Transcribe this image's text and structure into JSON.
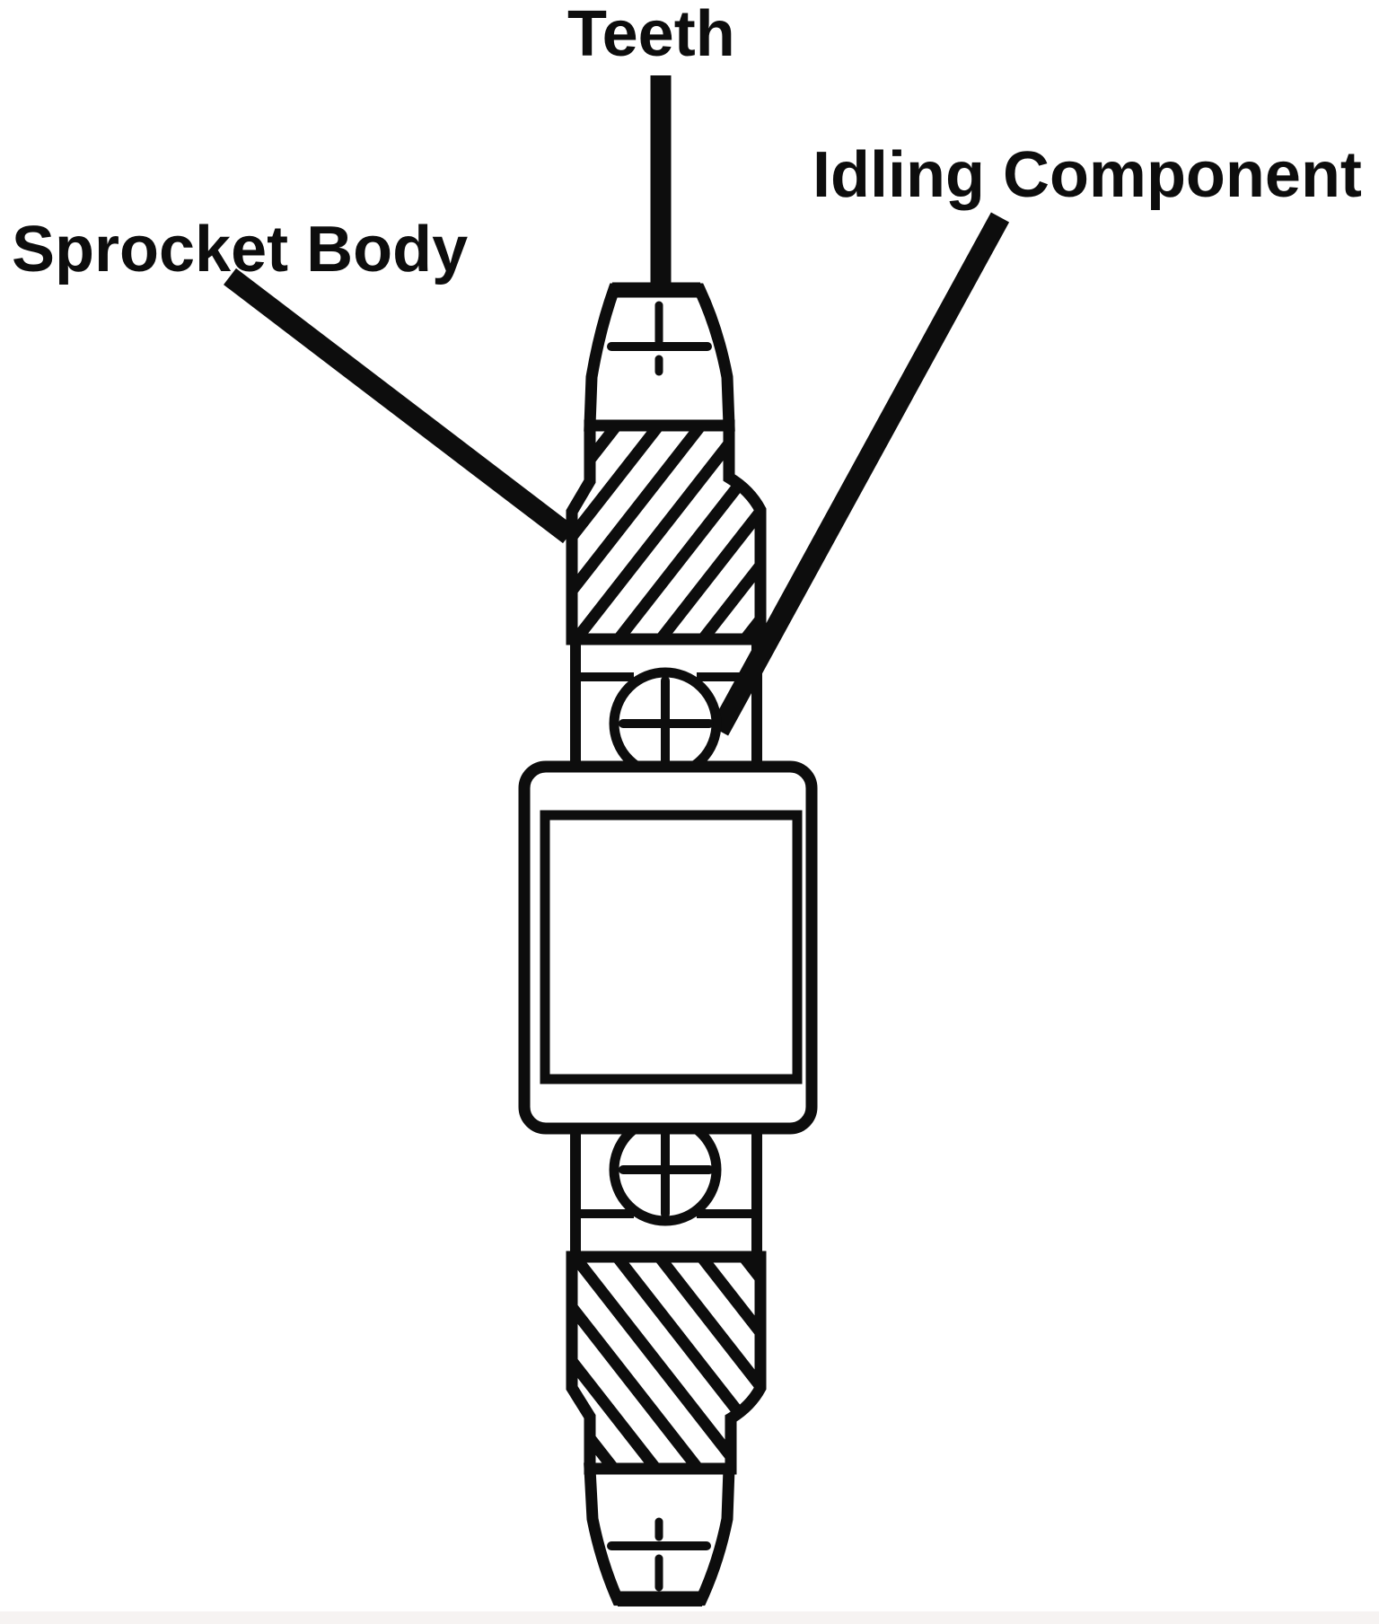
{
  "figure": {
    "labels": {
      "teeth": "Teeth",
      "sprocket_body": "Sprocket Body",
      "idling_component": "Idling Component"
    },
    "colors": {
      "ink": "#0d0d0d",
      "background": "#ffffff",
      "footer_strip": "#f6f3f2"
    }
  }
}
